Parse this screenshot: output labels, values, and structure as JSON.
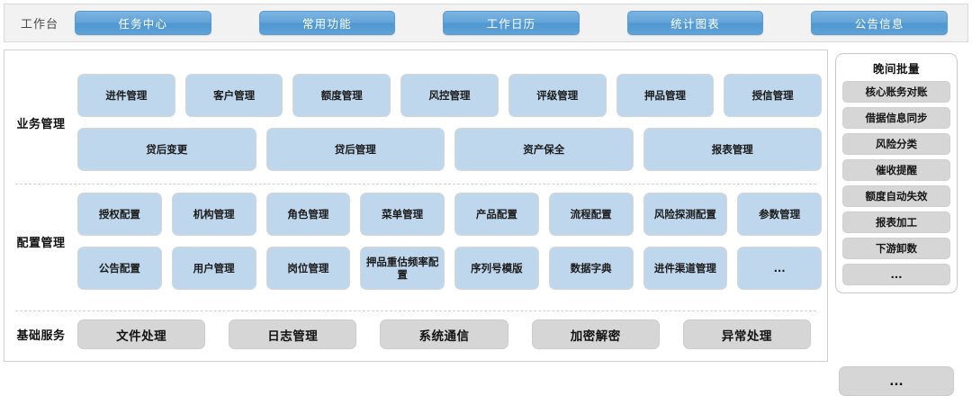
{
  "topbar": {
    "title": "工作台",
    "tabs": [
      {
        "label": "任务中心"
      },
      {
        "label": "常用功能"
      },
      {
        "label": "工作日历"
      },
      {
        "label": "统计图表"
      },
      {
        "label": "公告信息"
      }
    ]
  },
  "bands": [
    {
      "label": "业务管理",
      "rows": [
        {
          "tiles": [
            {
              "label": "进件管理"
            },
            {
              "label": "客户管理"
            },
            {
              "label": "额度管理"
            },
            {
              "label": "风控管理"
            },
            {
              "label": "评级管理"
            },
            {
              "label": "押品管理"
            },
            {
              "label": "授信管理"
            }
          ]
        },
        {
          "tiles": [
            {
              "label": "贷后变更"
            },
            {
              "label": "贷后管理"
            },
            {
              "label": "资产保全"
            },
            {
              "label": "报表管理"
            }
          ]
        }
      ]
    },
    {
      "label": "配置管理",
      "rows": [
        {
          "tiles": [
            {
              "label": "授权配置"
            },
            {
              "label": "机构管理"
            },
            {
              "label": "角色管理"
            },
            {
              "label": "菜单管理"
            },
            {
              "label": "产品配置"
            },
            {
              "label": "流程配置"
            },
            {
              "label": "风险探测配置"
            },
            {
              "label": "参数管理"
            }
          ]
        },
        {
          "tiles": [
            {
              "label": "公告配置"
            },
            {
              "label": "用户管理"
            },
            {
              "label": "岗位管理"
            },
            {
              "label": "押品重估频率配置"
            },
            {
              "label": "序列号模版"
            },
            {
              "label": "数据字典"
            },
            {
              "label": "进件渠道管理"
            },
            {
              "label": "..."
            }
          ]
        }
      ]
    }
  ],
  "services": {
    "label": "基础服务",
    "items": [
      {
        "label": "文件处理"
      },
      {
        "label": "日志管理"
      },
      {
        "label": "系统通信"
      },
      {
        "label": "加密解密"
      },
      {
        "label": "异常处理"
      }
    ]
  },
  "right_panel": {
    "batch": {
      "title": "晚间批量",
      "items": [
        {
          "label": "核心账务对账"
        },
        {
          "label": "借据信息同步"
        },
        {
          "label": "风险分类"
        },
        {
          "label": "催收提醒"
        },
        {
          "label": "额度自动失效"
        },
        {
          "label": "报表加工"
        },
        {
          "label": "下游卸数"
        },
        {
          "label": "..."
        }
      ]
    },
    "more_label": "..."
  },
  "colors": {
    "tab_blue": "#5fa2d6",
    "tile_blue": "#bed7ec",
    "tile_gray": "#d6d6d6",
    "frame_border": "#d0d0d0",
    "topbar_bg": "#f2f2f2"
  }
}
